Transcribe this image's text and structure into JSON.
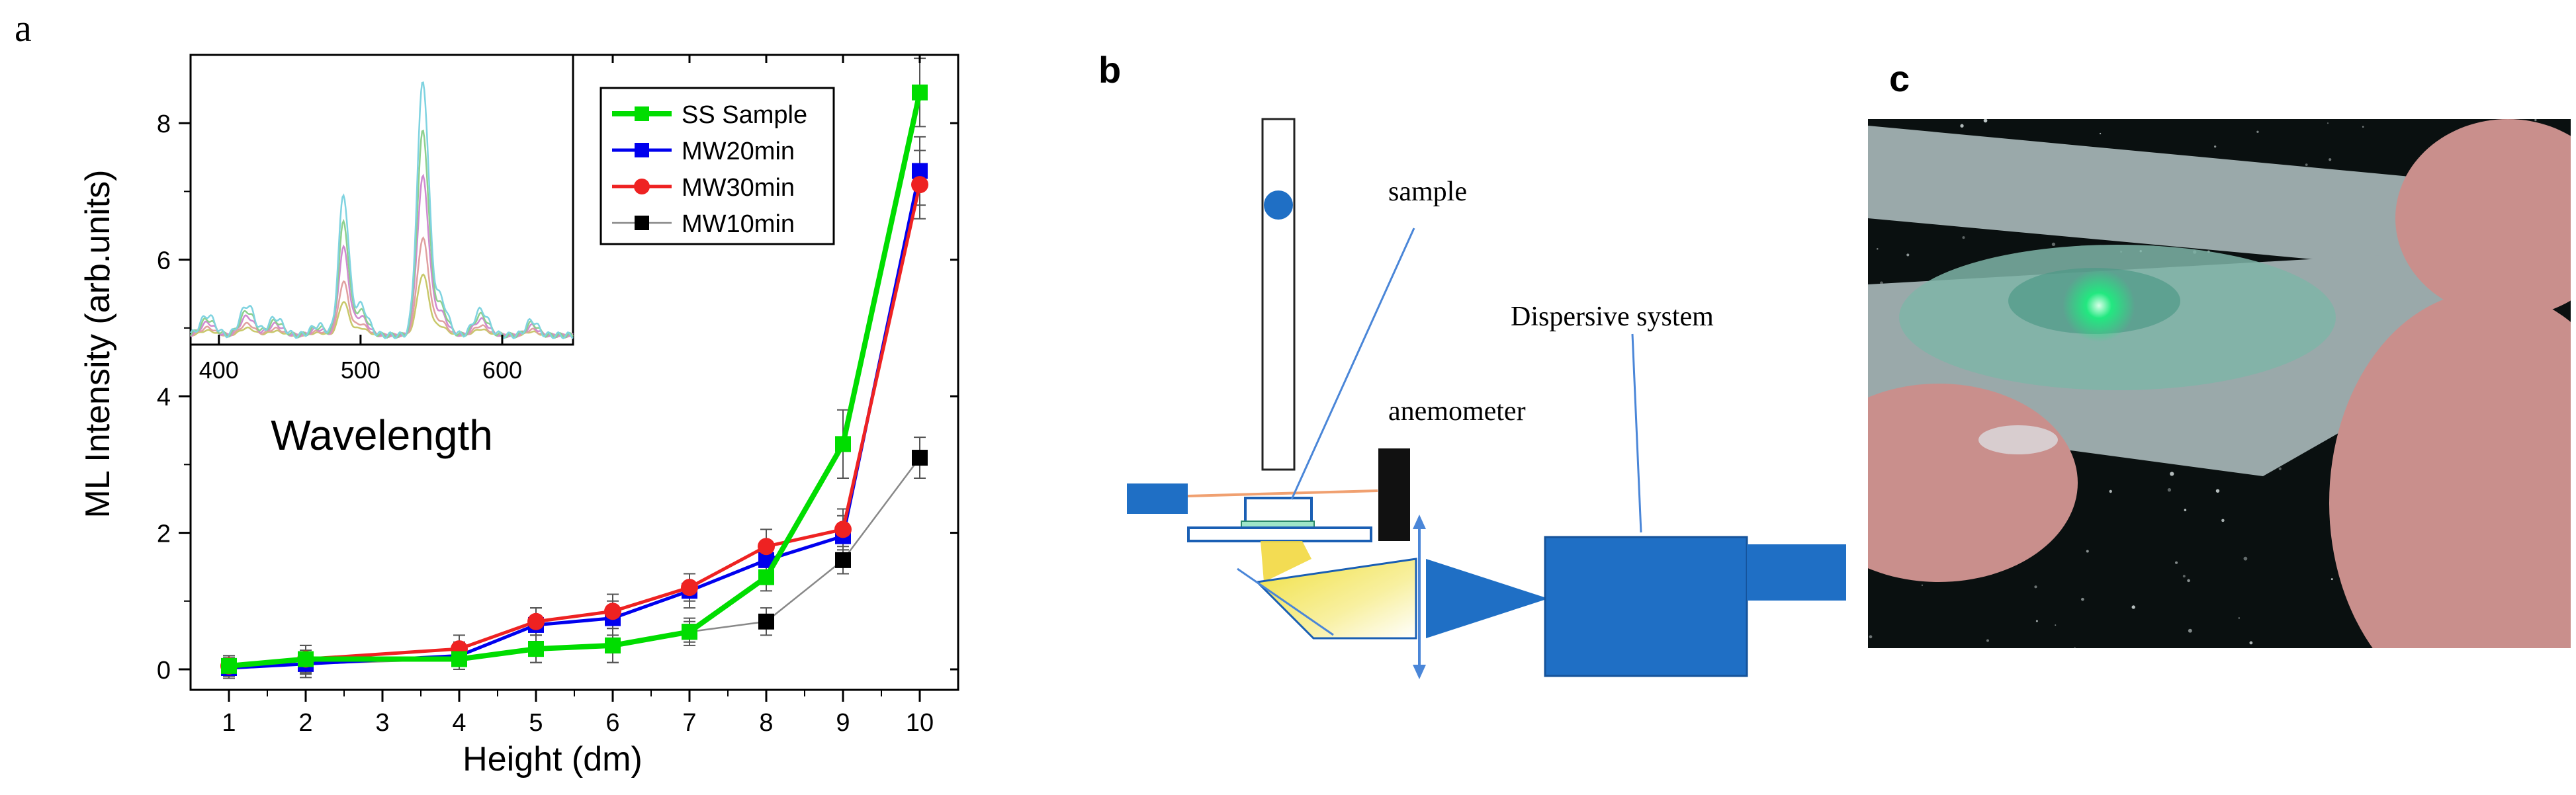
{
  "panels": {
    "a": "a",
    "b": "b",
    "c": "c"
  },
  "chart_data": {
    "type": "line",
    "xlabel": "Height (dm)",
    "ylabel": "ML Intensity (arb.units)",
    "xlim": [
      0.5,
      10.5
    ],
    "ylim": [
      -0.3,
      9.0
    ],
    "xticks": [
      1,
      2,
      3,
      4,
      5,
      6,
      7,
      8,
      9,
      10
    ],
    "yticks": [
      0,
      2,
      4,
      6,
      8
    ],
    "legend_position": "top-right",
    "series": [
      {
        "name": "SS Sample",
        "color": "#00dd00",
        "marker": "square",
        "x": [
          1,
          2,
          4,
          5,
          6,
          7,
          8,
          9,
          10
        ],
        "y": [
          0.05,
          0.15,
          0.15,
          0.3,
          0.35,
          0.55,
          1.35,
          3.3,
          8.45
        ],
        "err": [
          0.15,
          0.2,
          0.15,
          0.2,
          0.25,
          0.2,
          0.2,
          0.5,
          0.5
        ]
      },
      {
        "name": "MW20min",
        "color": "#0000ee",
        "marker": "square",
        "x": [
          1,
          2,
          4,
          5,
          6,
          7,
          8,
          9,
          10
        ],
        "y": [
          0.02,
          0.08,
          0.2,
          0.65,
          0.75,
          1.15,
          1.6,
          1.95,
          7.3
        ],
        "err": [
          0.15,
          0.2,
          0.2,
          0.25,
          0.25,
          0.25,
          0.25,
          0.3,
          0.5
        ]
      },
      {
        "name": "MW30min",
        "color": "#ee2222",
        "marker": "circle",
        "x": [
          1,
          2,
          4,
          5,
          6,
          7,
          8,
          9,
          10
        ],
        "y": [
          0.05,
          0.15,
          0.3,
          0.7,
          0.85,
          1.2,
          1.8,
          2.05,
          7.1
        ],
        "err": [
          0.15,
          0.2,
          0.2,
          0.2,
          0.25,
          0.2,
          0.25,
          0.3,
          0.5
        ]
      },
      {
        "name": "MW10min",
        "color": "#000000",
        "marker": "square",
        "x": [
          1,
          2,
          4,
          5,
          6,
          7,
          8,
          9,
          10
        ],
        "y": [
          0.02,
          0.08,
          0.15,
          0.3,
          0.35,
          0.55,
          0.7,
          1.6,
          3.1
        ],
        "err": [
          0.15,
          0.15,
          0.15,
          0.2,
          0.25,
          0.15,
          0.2,
          0.2,
          0.3
        ]
      }
    ],
    "inset": {
      "type": "line",
      "xlabel": "Wavelength",
      "xlim": [
        380,
        650
      ],
      "xticks": [
        400,
        500,
        600
      ],
      "spectra": [
        {
          "color": "#7fd3e0",
          "scale": 1.0
        },
        {
          "color": "#8ed08e",
          "scale": 0.8
        },
        {
          "color": "#d08ad0",
          "scale": 0.62
        },
        {
          "color": "#e0a0a0",
          "scale": 0.38
        },
        {
          "color": "#c8c86a",
          "scale": 0.24
        }
      ],
      "peaks": [
        {
          "x": 392,
          "h": 0.08,
          "w": 5
        },
        {
          "x": 420,
          "h": 0.12,
          "w": 5
        },
        {
          "x": 440,
          "h": 0.07,
          "w": 5
        },
        {
          "x": 470,
          "h": 0.04,
          "w": 5
        },
        {
          "x": 488,
          "h": 0.55,
          "w": 3.5
        },
        {
          "x": 500,
          "h": 0.12,
          "w": 5
        },
        {
          "x": 544,
          "h": 1.0,
          "w": 4
        },
        {
          "x": 556,
          "h": 0.15,
          "w": 5
        },
        {
          "x": 585,
          "h": 0.1,
          "w": 5
        },
        {
          "x": 621,
          "h": 0.06,
          "w": 4
        }
      ]
    }
  },
  "diagram": {
    "sample_label": "sample",
    "anemometer_label": "anemometer",
    "dispersive_label": "Dispersive system",
    "block_color": "#1f6fc5",
    "ball_color": "#1f6fc5",
    "beam_color": "#f0a070",
    "arrow_color": "#4a86d8"
  },
  "photo": {
    "background_color": "#0a1010",
    "skin_color": "#c98f8c",
    "tool_color": "#9aa9aa",
    "powder_color": "#7fb5a8",
    "glow_color": "#22e880"
  }
}
